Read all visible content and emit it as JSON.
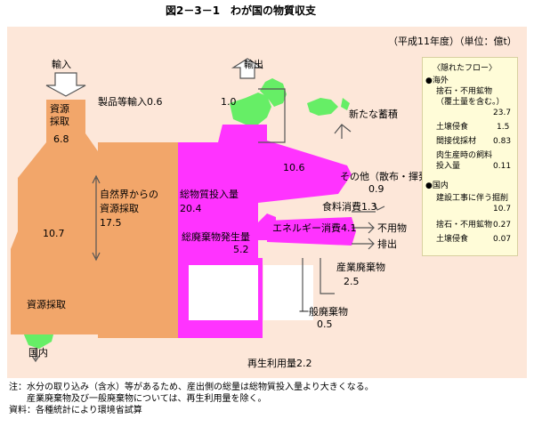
{
  "title": "図2－3－1　わが国の物質収支",
  "unit_note": "（平成11年度）（単位：億t）",
  "colors": {
    "background": "#fde7d9",
    "orange": "#f2a66a",
    "magenta": "#ff33ff",
    "land": "#66ee66",
    "hidden_box_bg": "#fffcd8"
  },
  "labels": {
    "import": "輸入",
    "export": "輸出",
    "resource_extraction": "資源",
    "resource_extraction2": "採取",
    "resource_extraction_value": "6.8",
    "product_import": "製品等輸入0.6",
    "export_value": "1.0",
    "new_stock": "新たな蓄積",
    "stock_value": "10.6",
    "nature_line1": "自然界からの",
    "nature_line2": "資源採取",
    "nature_value": "17.5",
    "total_input": "総物質投入量",
    "total_input_value": "20.4",
    "left_value": "10.7",
    "waste_generation": "総廃棄物発生量",
    "waste_value": "5.2",
    "other": "その他（散布・揮発）",
    "other_value": "0.9",
    "food": "食料消費1.3",
    "energy": "エネルギー消費4.1",
    "unused": "不用物",
    "discharge": "排出",
    "industrial_waste": "産業廃棄物",
    "industrial_waste_value": "2.5",
    "general_waste": "一般廃棄物",
    "general_waste_value": "0.5",
    "domestic_extraction": "資源採取",
    "domestic": "国内",
    "recycle": "再生利用量2.2"
  },
  "hidden_flows": {
    "title": "〈隠れたフロー〉",
    "overseas_header": "●海外",
    "domestic_header": "●国内",
    "overseas": [
      {
        "label": "捨石・不用鉱物",
        "label2": "（覆土量を含む。）",
        "value": "23.7"
      },
      {
        "label": "土壌侵食",
        "value": "1.5"
      },
      {
        "label": "間接伐採材",
        "value": "0.83"
      },
      {
        "label": "肉生産時の飼料",
        "label2": "投入量",
        "value": "0.11"
      }
    ],
    "domestic": [
      {
        "label": "建設工事に伴う掘削",
        "value": "10.7"
      },
      {
        "label": "捨石・不用鉱物",
        "value": "0.27"
      },
      {
        "label": "土壌侵食",
        "value": "0.07"
      }
    ]
  },
  "notes": {
    "note1": "注：水分の取り込み（含水）等があるため、産出側の総量は総物質投入量より大きくなる。",
    "note2": "　　産業廃棄物及び一般廃棄物については、再生利用量を除く。",
    "source": "資料：各種統計により環境省試算"
  }
}
